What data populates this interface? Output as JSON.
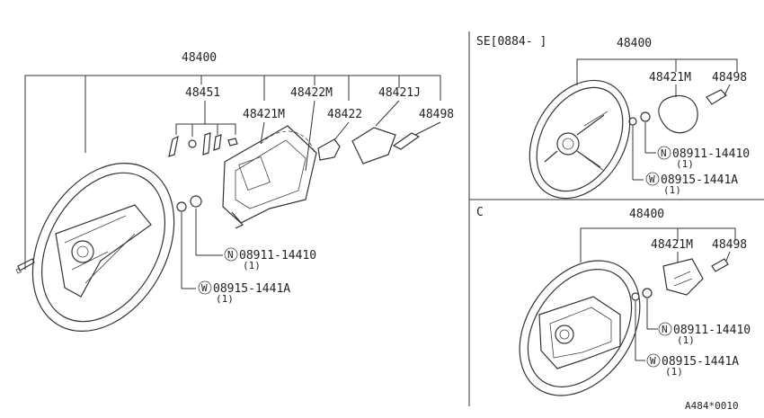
{
  "main": {
    "title_part": "48400",
    "labels": {
      "p48451": "48451",
      "p48421M": "48421M",
      "p48422M": "48422M",
      "p48422": "48422",
      "p48421J": "48421J",
      "p48498": "48498"
    },
    "nut": {
      "symbol": "N",
      "number": "08911-14410",
      "qty": "(1)"
    },
    "washer": {
      "symbol": "W",
      "number": "08915-1441A",
      "qty": "(1)"
    }
  },
  "se": {
    "heading": "SE[0884-  ]",
    "title_part": "48400",
    "labels": {
      "p48421M": "48421M",
      "p48498": "48498"
    },
    "nut": {
      "symbol": "N",
      "number": "08911-14410",
      "qty": "(1)"
    },
    "washer": {
      "symbol": "W",
      "number": "08915-1441A",
      "qty": "(1)"
    }
  },
  "c": {
    "heading": "C",
    "title_part": "48400",
    "labels": {
      "p48421M": "48421M",
      "p48498": "48498"
    },
    "nut": {
      "symbol": "N",
      "number": "08911-14410",
      "qty": "(1)"
    },
    "washer": {
      "symbol": "W",
      "number": "08915-1441A",
      "qty": "(1)"
    }
  },
  "footer": {
    "code": "A484*0010"
  }
}
